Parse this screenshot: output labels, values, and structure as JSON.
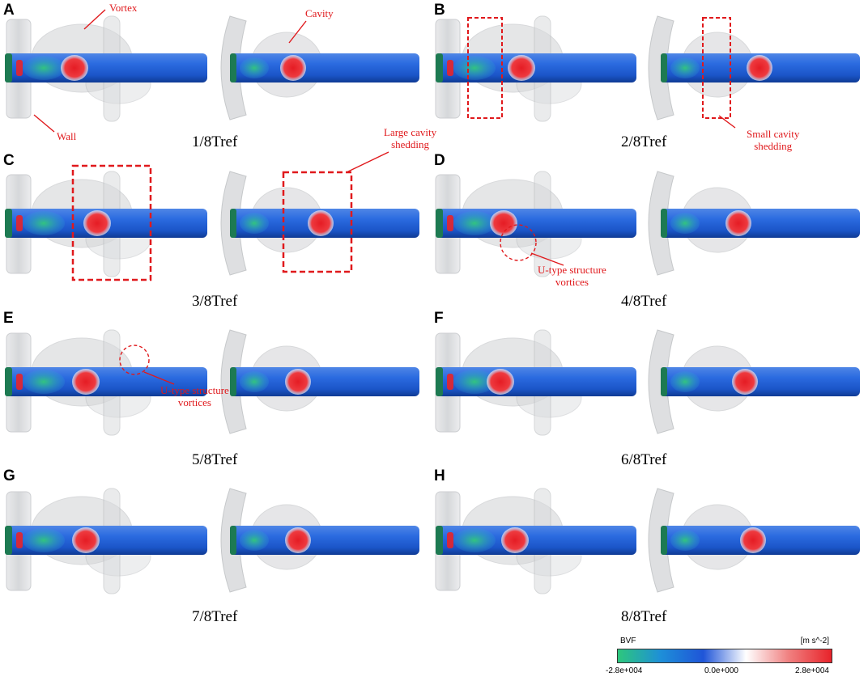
{
  "colors": {
    "rod_blue": "#1f63d8",
    "high_red": "#e8232a",
    "low_green": "#2dbf7a",
    "annotation_red": "#e0191c",
    "cavity_gray": "#b9bcc0"
  },
  "panels": [
    {
      "letter": "A",
      "time": "1/8Tref"
    },
    {
      "letter": "B",
      "time": "2/8Tref"
    },
    {
      "letter": "C",
      "time": "3/8Tref"
    },
    {
      "letter": "D",
      "time": "4/8Tref"
    },
    {
      "letter": "E",
      "time": "5/8Tref"
    },
    {
      "letter": "F",
      "time": "6/8Tref"
    },
    {
      "letter": "G",
      "time": "7/8Tref"
    },
    {
      "letter": "H",
      "time": "8/8Tref"
    }
  ],
  "annotations": {
    "vortex": "Vortex",
    "cavity": "Cavity",
    "wall": "Wall",
    "small_cavity_line1": "Small  cavity",
    "small_cavity_line2": "shedding",
    "large_cavity_line1": "Large cavity",
    "large_cavity_line2": "shedding",
    "utype_d_line1": "U-type structure",
    "utype_d_line2": "vortices",
    "utype_e_line1": "U-type structure",
    "utype_e_line2": "vortices"
  },
  "legend": {
    "title": "BVF",
    "unit": "[m s^-2]",
    "ticks": [
      "-2.8e+004",
      "0.0e+000",
      "2.8e+004"
    ],
    "gradient": [
      "#2dc77c",
      "#1e8fd8",
      "#1f55d8",
      "#ffffff",
      "#f08080",
      "#e8232a"
    ]
  }
}
